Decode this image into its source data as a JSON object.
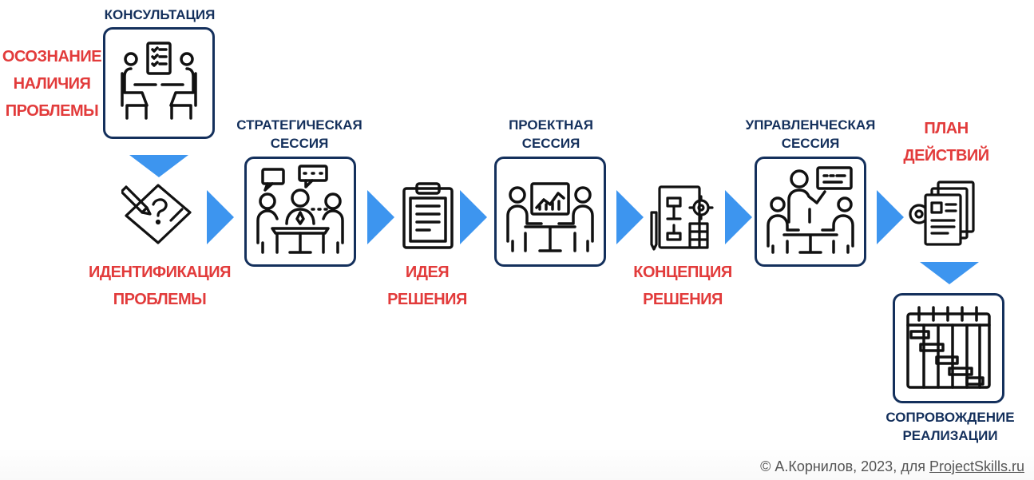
{
  "labels": {
    "consultation": "КОНСУЛЬТАЦИЯ",
    "strategic": "СТРАТЕГИЧЕСКАЯ\nСЕССИЯ",
    "project": "ПРОЕКТНАЯ\nСЕССИЯ",
    "managerial": "УПРАВЛЕНЧЕСКАЯ\nСЕССИЯ",
    "support": "СОПРОВОЖДЕНИЕ\nРЕАЛИЗАЦИИ",
    "awareness": "ОСОЗНАНИЕ\nНАЛИЧИЯ\nПРОБЛЕМЫ",
    "identification": "ИДЕНТИФИКАЦИЯ\nПРОБЛЕМЫ",
    "idea": "ИДЕЯ\nРЕШЕНИЯ",
    "concept": "КОНЦЕПЦИЯ\nРЕШЕНИЯ",
    "plan": "ПЛАН\nДЕЙСТВИЙ"
  },
  "footer": {
    "copyright": "© А.Корнилов, 2023, для",
    "site": "ProjectSkills.ru"
  },
  "colors": {
    "navy": "#14305c",
    "red": "#e23b3b",
    "arrow": "#3d95ef",
    "icon": "#111111"
  },
  "icons": {
    "consultation": "consultation-icon",
    "identification": "problem-identification-icon",
    "strategic": "strategic-meeting-icon",
    "idea": "clipboard-icon",
    "project": "project-presentation-icon",
    "concept": "flowchart-document-icon",
    "managerial": "manager-presentation-icon",
    "plan": "action-plan-documents-icon",
    "support": "gantt-chart-icon"
  }
}
